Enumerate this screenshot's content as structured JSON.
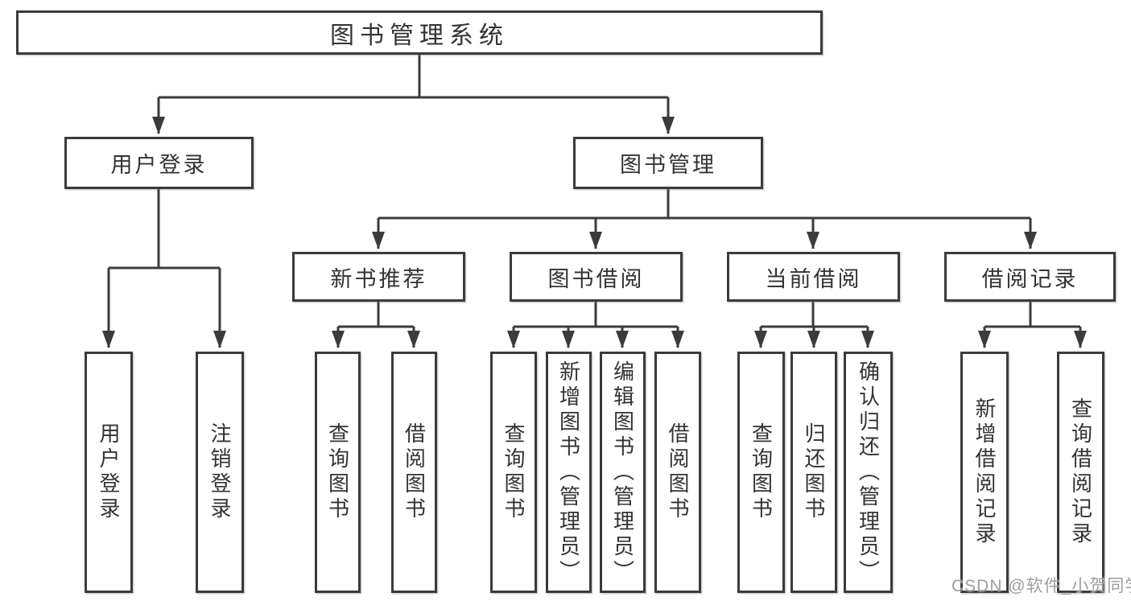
{
  "tree": {
    "root": {
      "label": "图书管理系统"
    },
    "branches": [
      {
        "label": "用户登录",
        "leaves": [
          "用户登录",
          "注销登录"
        ]
      },
      {
        "label": "图书管理",
        "children": [
          {
            "label": "新书推荐",
            "leaves": [
              "查询图书",
              "借阅图书"
            ]
          },
          {
            "label": "图书借阅",
            "leaves": [
              "查询图书",
              "新增图书（管理员）",
              "编辑图书（管理员）",
              "借阅图书"
            ]
          },
          {
            "label": "当前借阅",
            "leaves": [
              "查询图书",
              "归还图书",
              "确认归还（管理员）"
            ]
          },
          {
            "label": "借阅记录",
            "leaves": [
              "新增借阅记录",
              "查询借阅记录"
            ]
          }
        ]
      }
    ]
  },
  "colors": {
    "line": "#3b3b3b",
    "border": "#3b3b3b",
    "text": "#333333",
    "watermark": "#969696",
    "background": "#ffffff"
  },
  "watermark": "CSDN @软件_小贺同学"
}
